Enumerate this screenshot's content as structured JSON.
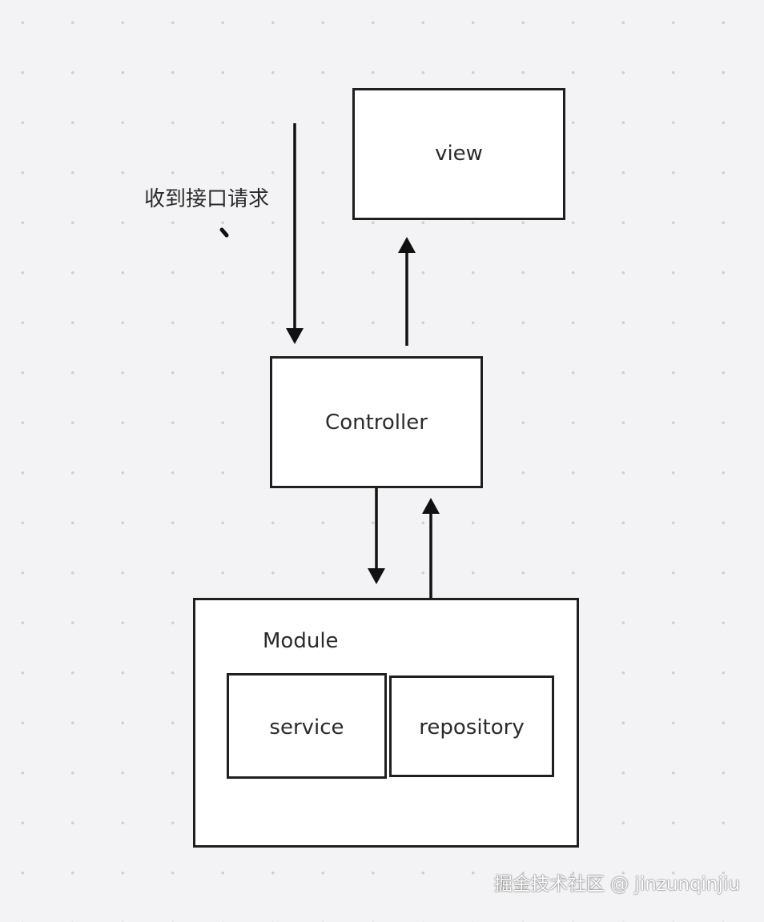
{
  "nodes": {
    "view": "view",
    "controller": "Controller",
    "module": "Module",
    "service": "service",
    "repository": "repository"
  },
  "annotation": {
    "request": "收到接口请求"
  },
  "watermark": "掘金技术社区 @ jinzunqinjiu",
  "colors": {
    "background": "#f3f3f5",
    "stroke": "#1f1f1f",
    "box_fill": "#ffffff"
  }
}
